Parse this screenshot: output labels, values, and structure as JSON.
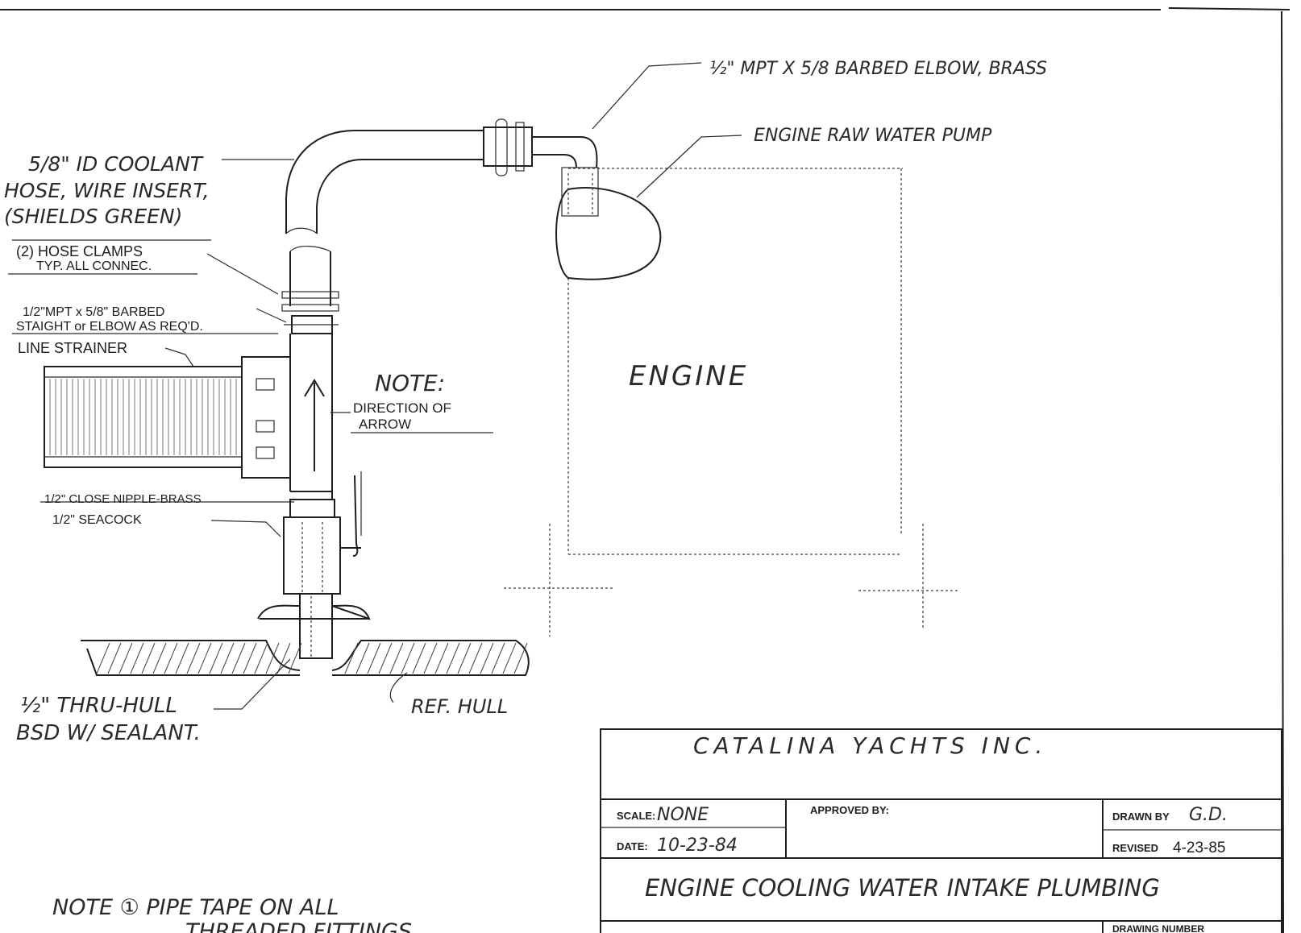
{
  "callouts": {
    "elbow": "½\" MPT X 5/8 BARBED ELBOW, BRASS",
    "pump": "ENGINE RAW WATER PUMP",
    "hose_line1": "5/8\" ID COOLANT",
    "hose_line2": "HOSE, WIRE INSERT,",
    "hose_line3": "(SHIELDS GREEN)",
    "clamps_line1": "(2) HOSE CLAMPS",
    "clamps_line2": "TYP. ALL CONNEC.",
    "barbed_line1": "1/2\"MPT x 5/8\" BARBED",
    "barbed_line2": "STAIGHT or ELBOW AS REQ'D.",
    "strainer": "LINE STRAINER",
    "note_title": "NOTE:",
    "note_line1": "DIRECTION OF",
    "note_line2": "ARROW",
    "engine": "ENGINE",
    "nipple": "1/2\" CLOSE NIPPLE-BRASS",
    "seacock": "1/2\" SEACOCK",
    "thruhull_line1": "½\" THRU-HULL",
    "thruhull_line2": "BSD W/ SEALANT.",
    "ref_hull": "REF. HULL",
    "bottom_note_line1": "NOTE ① PIPE TAPE ON ALL",
    "bottom_note_line2": "THREADED FITTINGS"
  },
  "title_block": {
    "company": "CATALINA YACHTS INC.",
    "scale_label": "SCALE:",
    "scale_value": "NONE",
    "approved_label": "APPROVED BY:",
    "drawn_label": "DRAWN BY",
    "drawn_value": "G.D.",
    "date_label": "DATE:",
    "date_value": "10-23-84",
    "revised_label": "REVISED",
    "revised_value": "4-23-85",
    "drawing_title": "ENGINE COOLING WATER INTAKE PLUMBING",
    "drawing_number_label": "DRAWING NUMBER"
  }
}
